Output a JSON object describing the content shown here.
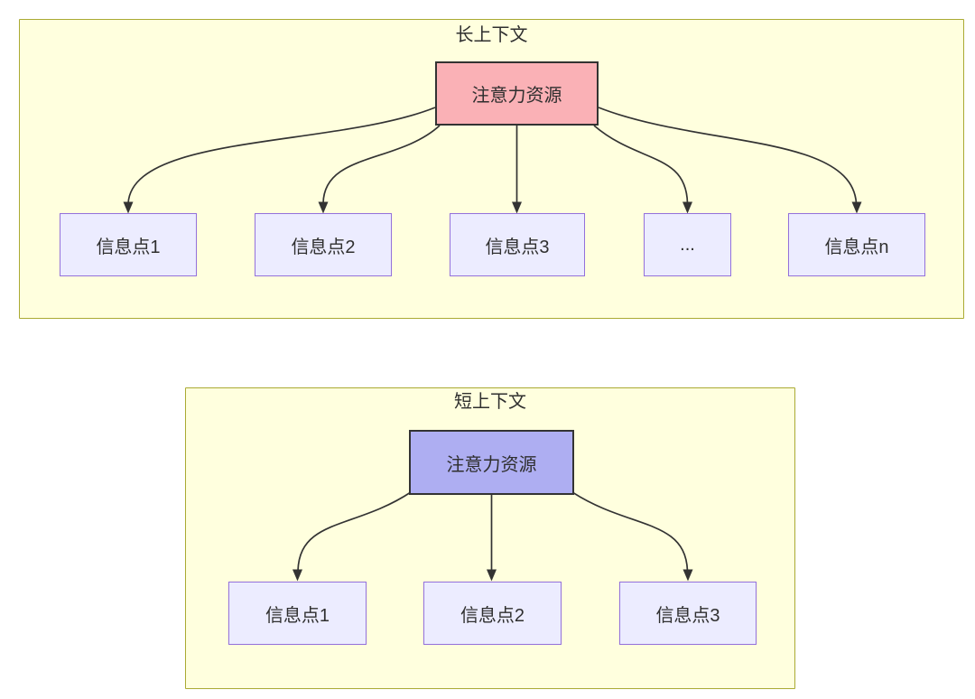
{
  "diagram": {
    "type": "flowchart-attention-comparison",
    "panels": [
      {
        "id": "long-context",
        "title": "长上下文",
        "root": {
          "label": "注意力资源",
          "fill": "#fab1b6"
        },
        "children": [
          {
            "label": "信息点1"
          },
          {
            "label": "信息点2"
          },
          {
            "label": "信息点3"
          },
          {
            "label": "..."
          },
          {
            "label": "信息点n"
          }
        ]
      },
      {
        "id": "short-context",
        "title": "短上下文",
        "root": {
          "label": "注意力资源",
          "fill": "#aeaef2"
        },
        "children": [
          {
            "label": "信息点1"
          },
          {
            "label": "信息点2"
          },
          {
            "label": "信息点3"
          }
        ]
      }
    ],
    "colors": {
      "panel_fill": "#ffffde",
      "panel_border": "#aaaa33",
      "info_node_fill": "#ececff",
      "info_node_border": "#9370db",
      "root_node_border": "#333333",
      "edge": "#333333",
      "text": "#2f2f2f",
      "background": "#ffffff"
    }
  }
}
